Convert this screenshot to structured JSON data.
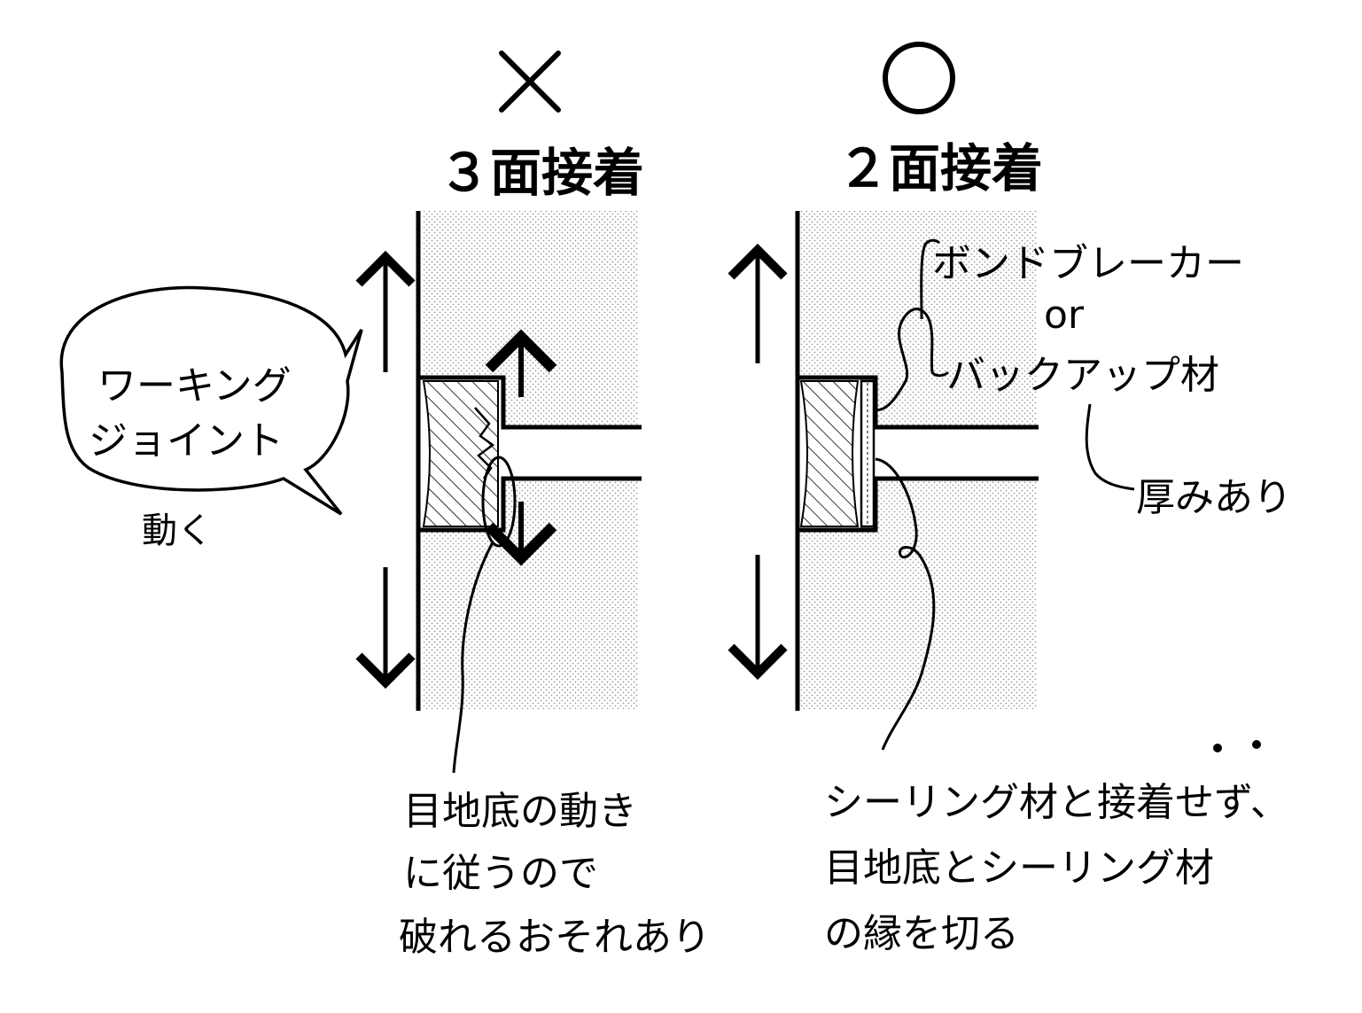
{
  "left": {
    "verdict_mark": "×",
    "title": "３面接着",
    "bubble_lines": [
      "ワーキング",
      "ジョイント"
    ],
    "bubble_note": "動く",
    "caption_lines": [
      "目地底の動き",
      "に従うので",
      "破れるおそれあり"
    ]
  },
  "right": {
    "verdict_mark": "○",
    "title": "２面接着",
    "label_lines": [
      "ボンドブレーカー",
      "or",
      "バックアップ材"
    ],
    "label_note": "厚みあり",
    "caption_lines": [
      "シーリング材と接着せず、",
      "目地底とシーリング材",
      "の縁を切る"
    ]
  }
}
